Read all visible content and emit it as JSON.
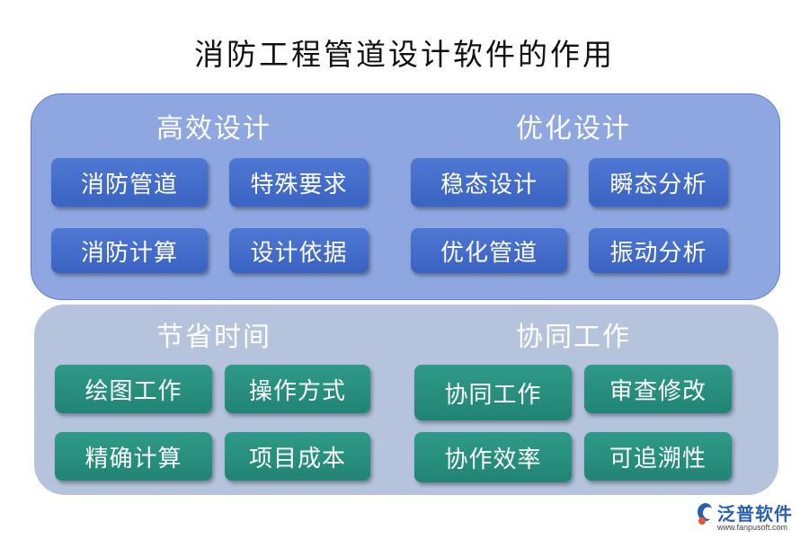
{
  "title": "消防工程管道设计软件的作用",
  "sections": {
    "efficient": {
      "heading": "高效设计",
      "items": [
        "消防管道",
        "特殊要求",
        "消防计算",
        "设计依据"
      ]
    },
    "optimize": {
      "heading": "优化设计",
      "items": [
        "稳态设计",
        "瞬态分析",
        "优化管道",
        "振动分析"
      ]
    },
    "save_time": {
      "heading": "节省时间",
      "items": [
        "绘图工作",
        "操作方式",
        "精确计算",
        "项目成本"
      ]
    },
    "collab": {
      "heading": "协同工作",
      "items": [
        "协同工作",
        "审查修改",
        "协作效率",
        "可追溯性"
      ]
    }
  },
  "logo": {
    "name": "泛普软件",
    "url": "www.fanpusoft.com"
  },
  "colors": {
    "top_panel": "#8ea7e0",
    "bottom_panel": "#b5c3dd",
    "blue_box": "#4169c8",
    "teal_box": "#28907e"
  }
}
